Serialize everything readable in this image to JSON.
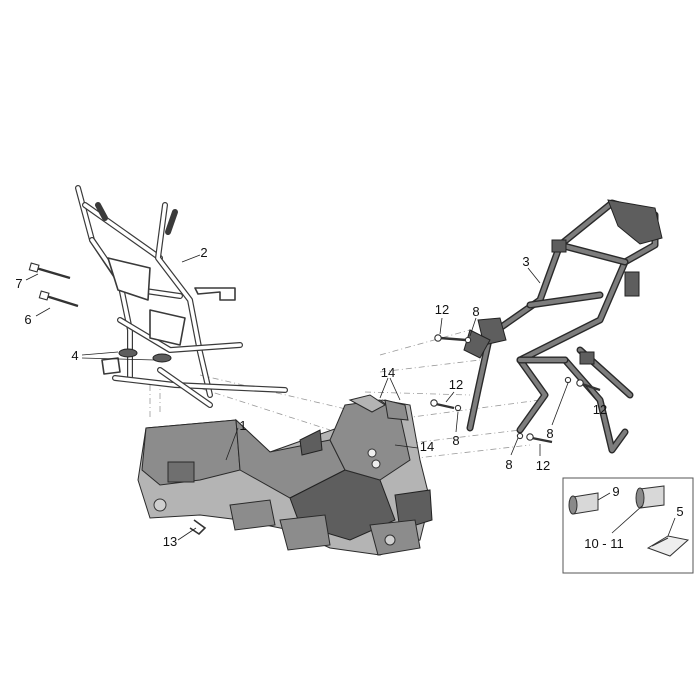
{
  "callouts": {
    "c1": "1",
    "c2": "2",
    "c3": "3",
    "c4": "4",
    "c5": "5",
    "c6": "6",
    "c7": "7",
    "c8a": "8",
    "c8b": "8",
    "c8c": "8",
    "c8d": "8",
    "c9": "9",
    "c10_11": "10 - 11",
    "c12a": "12",
    "c12b": "12",
    "c12c": "12",
    "c12d": "12",
    "c13": "13",
    "c14a": "14",
    "c14b": "14"
  }
}
